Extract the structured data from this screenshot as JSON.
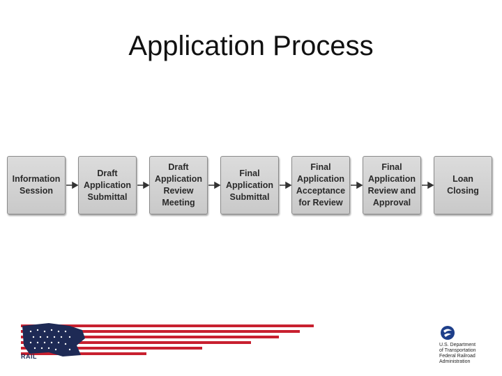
{
  "title": "Application Process",
  "steps": [
    {
      "label": "Information\nSession"
    },
    {
      "label": "Draft\nApplication\nSubmittal"
    },
    {
      "label": "Draft\nApplication\nReview\nMeeting"
    },
    {
      "label": "Final\nApplication\nSubmittal"
    },
    {
      "label": "Final\nApplication\nAcceptance\nfor Review"
    },
    {
      "label": "Final\nApplication\nReview and\nApproval"
    },
    {
      "label": "Loan\nClosing"
    }
  ],
  "footer": {
    "rail_logo_text": "RAIL",
    "dot_text": "U.S. Department\nof Transportation\nFederal Railroad\nAdministration"
  },
  "colors": {
    "box_fill": "#d3d3d3",
    "box_border": "#8a8a8a",
    "flag_red": "#c8202f",
    "flag_blue": "#1e2a55"
  }
}
